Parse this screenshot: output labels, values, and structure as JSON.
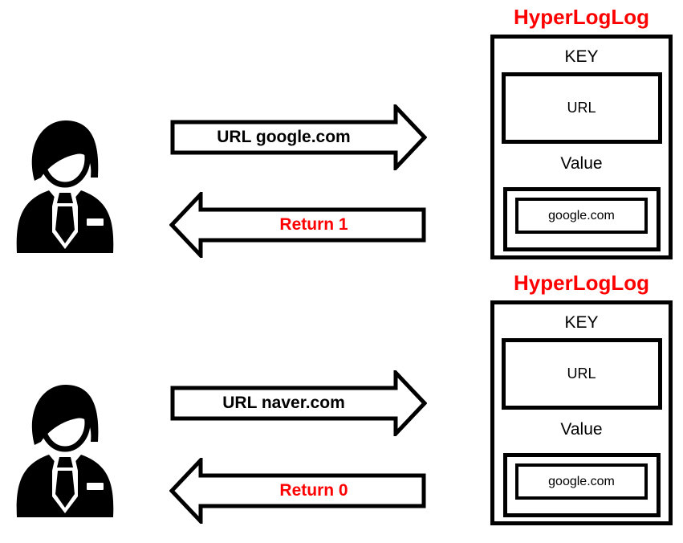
{
  "diagram": {
    "colors": {
      "accent_red": "#FF0000",
      "ink_black": "#000000",
      "background": "#FFFFFF"
    },
    "rows": [
      {
        "user_icon": "businessman-icon",
        "request_label": "URL google.com",
        "response_label": "Return 1",
        "store": {
          "title": "HyperLogLog",
          "key_label": "KEY",
          "key_value": "URL",
          "value_label": "Value",
          "value_entry": "google.com"
        }
      },
      {
        "user_icon": "businessman-icon",
        "request_label": "URL naver.com",
        "response_label": "Return 0",
        "store": {
          "title": "HyperLogLog",
          "key_label": "KEY",
          "key_value": "URL",
          "value_label": "Value",
          "value_entry": "google.com"
        }
      }
    ]
  }
}
